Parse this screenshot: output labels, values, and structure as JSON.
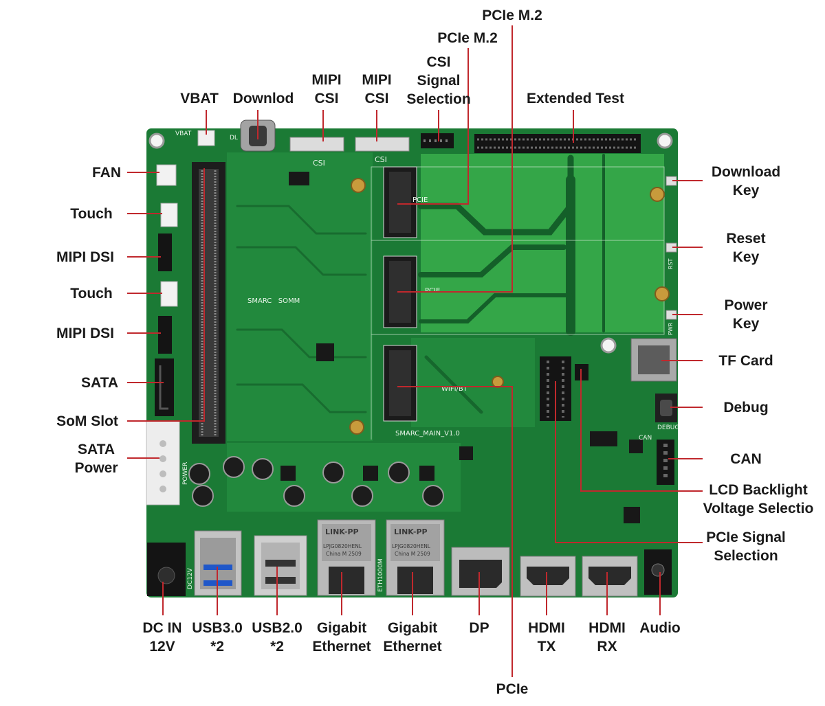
{
  "callouts": {
    "top": {
      "pcie_m2_a": "PCIe M.2",
      "pcie_m2_b": "PCIe M.2",
      "csi_signal_selection": "CSI\nSignal\nSelection",
      "vbat": "VBAT",
      "download": "Downlod",
      "mipi_csi_a": "MIPI\nCSI",
      "mipi_csi_b": "MIPI\nCSI",
      "extended_test": "Extended Test"
    },
    "left": {
      "fan": "FAN",
      "touch_a": "Touch",
      "mipi_dsi_a": "MIPI DSI",
      "touch_b": "Touch",
      "mipi_dsi_b": "MIPI DSI",
      "sata": "SATA",
      "som_slot": "SoM Slot",
      "sata_power": "SATA\nPower"
    },
    "right": {
      "download_key": "Download\nKey",
      "reset_key": "Reset\nKey",
      "power_key": "Power\nKey",
      "tf_card": "TF Card",
      "debug": "Debug",
      "can": "CAN",
      "lcd_backlight": "LCD Backlight\nVoltage Selectio",
      "pcie_signal_selection": "PCIe Signal\nSelection"
    },
    "bottom": {
      "dc_in": "DC IN\n12V",
      "usb3": "USB3.0\n*2",
      "usb2": "USB2.0\n*2",
      "gigabit_ethernet_a": "Gigabit\nEthernet",
      "gigabit_ethernet_b": "Gigabit\nEthernet",
      "dp": "DP",
      "hdmi_tx": "HDMI\nTX",
      "hdmi_rx": "HDMI\nRX",
      "audio": "Audio",
      "pcie": "PCIe"
    }
  },
  "board_silkscreen": {
    "vbat": "VBAT",
    "dl": "DL",
    "csi_a": "CSI",
    "csi_b": "CSI",
    "pcie_a": "PCIE",
    "pcie_b": "PCIE",
    "wifi_bt": "WIFI/BT",
    "smarc_somm": "SMARC   SOMM",
    "board_name": "SMARC_MAIN_V1.0",
    "debug": "DEBUG",
    "can": "CAN",
    "rst": "RST",
    "pwr": "PWR",
    "dc12v": "DC12V",
    "eth1000m": "ETH1000M",
    "sata_power": "POWER"
  },
  "connector_markings": {
    "eth_a_brand": "LINK-PP",
    "eth_a_part": "LPJG0820HENL",
    "eth_a_origin": "China M 2509",
    "eth_b_brand": "LINK-PP",
    "eth_b_part": "LPJG0820HENL",
    "eth_b_origin": "China M 2509"
  },
  "colors": {
    "callout_line": "#c0282d",
    "board": "#1b7a35",
    "copper_pour": "#34a648",
    "label_text": "#1a1a1a"
  }
}
